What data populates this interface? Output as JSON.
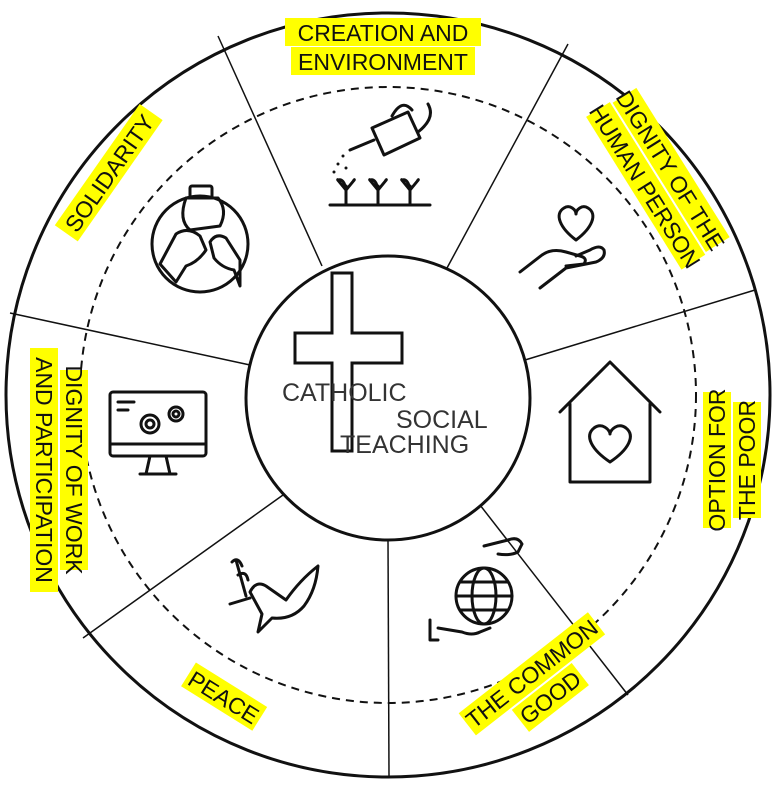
{
  "center": {
    "title_lines": [
      "CATHOLIC",
      "SOCIAL",
      "TEACHING"
    ]
  },
  "segments": [
    {
      "id": "creation",
      "label_lines": [
        "CREATION AND",
        "ENVIRONMENT"
      ],
      "icon": "watering-can-plants-icon"
    },
    {
      "id": "dignity-human",
      "label_lines": [
        "DIGNITY OF THE",
        "HUMAN PERSON"
      ],
      "icon": "hand-holding-heart-icon"
    },
    {
      "id": "option-poor",
      "label_lines": [
        "OPTION FOR",
        "THE POOR"
      ],
      "icon": "house-heart-icon"
    },
    {
      "id": "common-good",
      "label_lines": [
        "THE COMMON",
        "GOOD"
      ],
      "icon": "hands-globe-icon"
    },
    {
      "id": "peace",
      "label_lines": [
        "PEACE"
      ],
      "icon": "dove-olive-branch-icon"
    },
    {
      "id": "dignity-work",
      "label_lines": [
        "DIGNITY OF WORK",
        "AND PARTICIPATION"
      ],
      "icon": "monitor-gears-icon"
    },
    {
      "id": "solidarity",
      "label_lines": [
        "SOLIDARITY"
      ],
      "icon": "joined-hands-icon"
    }
  ],
  "colors": {
    "highlight": "#ffff00",
    "line": "#111111",
    "background": "#ffffff"
  }
}
